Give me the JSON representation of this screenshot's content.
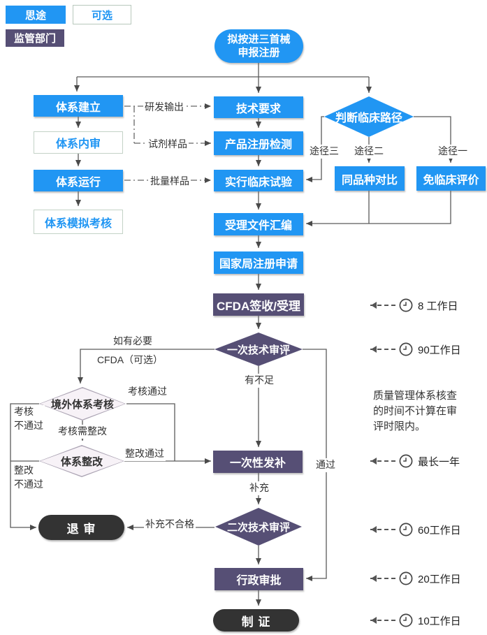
{
  "legend": {
    "situ": "思途",
    "optional": "可选",
    "regulator": "监管部门"
  },
  "nodes": {
    "start": "拟按进三首械\n申报注册",
    "system_establish": "体系建立",
    "system_internal_audit": "体系内审",
    "system_operation": "体系运行",
    "system_mock_assessment": "体系模拟考核",
    "technical_requirements": "技术要求",
    "product_registration_testing": "产品注册检测",
    "clinical_trial": "实行临床试验",
    "acceptance_dossier": "受理文件汇编",
    "nmpa_application": "国家局注册申请",
    "cfda_acceptance": "CFDA签收/受理",
    "clinical_pathway_decision": "判断临床路径",
    "same_variety_comparison": "同品种对比",
    "clinical_evaluation_exempt": "免临床评价",
    "first_technical_review": "一次技术审评",
    "overseas_system_audit": "境外体系考核",
    "system_rectification": "体系整改",
    "supplement_request": "一次性发补",
    "second_technical_review": "二次技术审评",
    "reject": "退 审",
    "administrative_approval": "行政审批",
    "certificate_issuance": "制 证"
  },
  "labels": {
    "rd_output": "研发输出",
    "reagent_sample": "试剂样品",
    "batch_sample": "批量样品",
    "pathway3": "途径三",
    "pathway2": "途径二",
    "pathway1": "途径一",
    "if_necessary": "如有必要",
    "cfda_optional": "CFDA（可选）",
    "insufficient": "有不足",
    "audit_pass": "考核通过",
    "audit_fail": "考核\n不通过",
    "audit_needs_rectify": "考核需整改",
    "rectify_pass": "整改通过",
    "rectify_fail": "整改\n不通过",
    "supplement": "补充",
    "supplement_fail": "补充不合格",
    "pass": "通过"
  },
  "note": "质量管理体系核查\n的时间不计算在审\n评时限内。",
  "annotations": [
    {
      "label": "8 工作日"
    },
    {
      "label": "90工作日"
    },
    {
      "label": "最长一年"
    },
    {
      "label": "60工作日"
    },
    {
      "label": "20工作日"
    },
    {
      "label": "10工作日"
    }
  ],
  "icons": {
    "clock": "clock-icon",
    "arrow": "dashed-arrow-left-icon"
  },
  "colors": {
    "primary_blue": "#2196F3",
    "regulator_purple": "#564F75",
    "terminal_dark": "#333333",
    "optional_border": "#c3d2c6",
    "light_diamond_fill": "#f7f2f7",
    "line": "#5a5a5a"
  }
}
